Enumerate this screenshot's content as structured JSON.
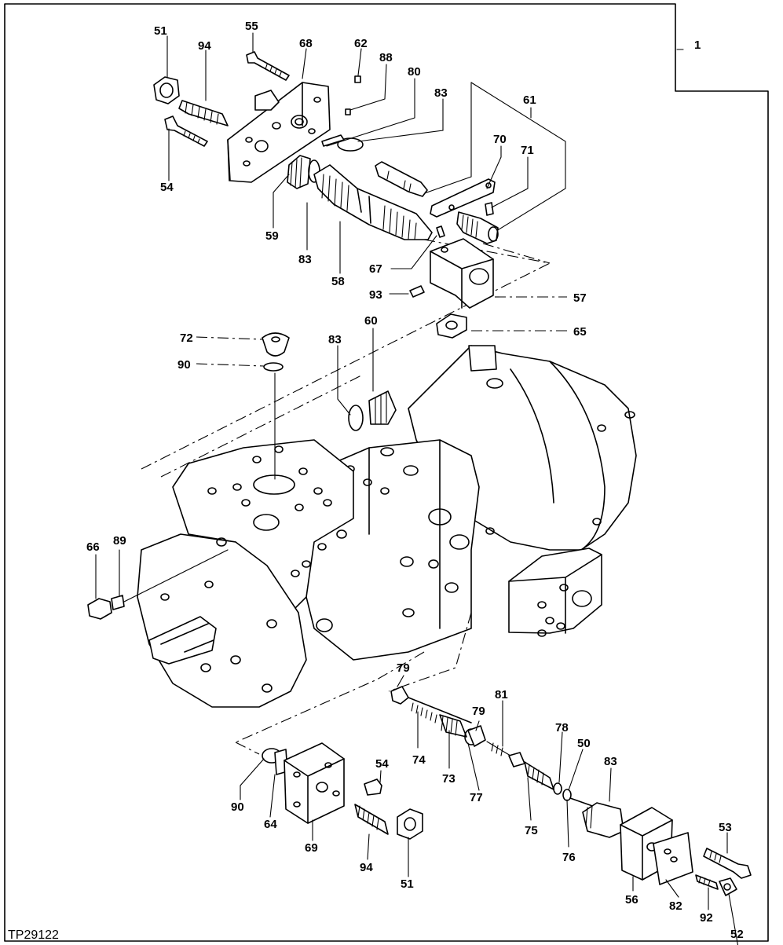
{
  "figure_id": "TP29122",
  "callouts": {
    "c1": "1",
    "c51a": "51",
    "c94a": "94",
    "c55": "55",
    "c68": "68",
    "c62": "62",
    "c88": "88",
    "c80": "80",
    "c83a": "83",
    "c61": "61",
    "c70": "70",
    "c71": "71",
    "c54a": "54",
    "c59": "59",
    "c83b": "83",
    "c58": "58",
    "c67": "67",
    "c93": "93",
    "c57": "57",
    "c72": "72",
    "c60": "60",
    "c83c": "83",
    "c65": "65",
    "c90a": "90",
    "c66": "66",
    "c89": "89",
    "c79a": "79",
    "c81": "81",
    "c79b": "79",
    "c78": "78",
    "c50": "50",
    "c83d": "83",
    "c74": "74",
    "c73": "73",
    "c77": "77",
    "c75": "75",
    "c76": "76",
    "c54b": "54",
    "c90b": "90",
    "c64": "64",
    "c69": "69",
    "c94b": "94",
    "c51b": "51",
    "c53": "53",
    "c56": "56",
    "c82": "82",
    "c92": "92",
    "c52": "52"
  }
}
